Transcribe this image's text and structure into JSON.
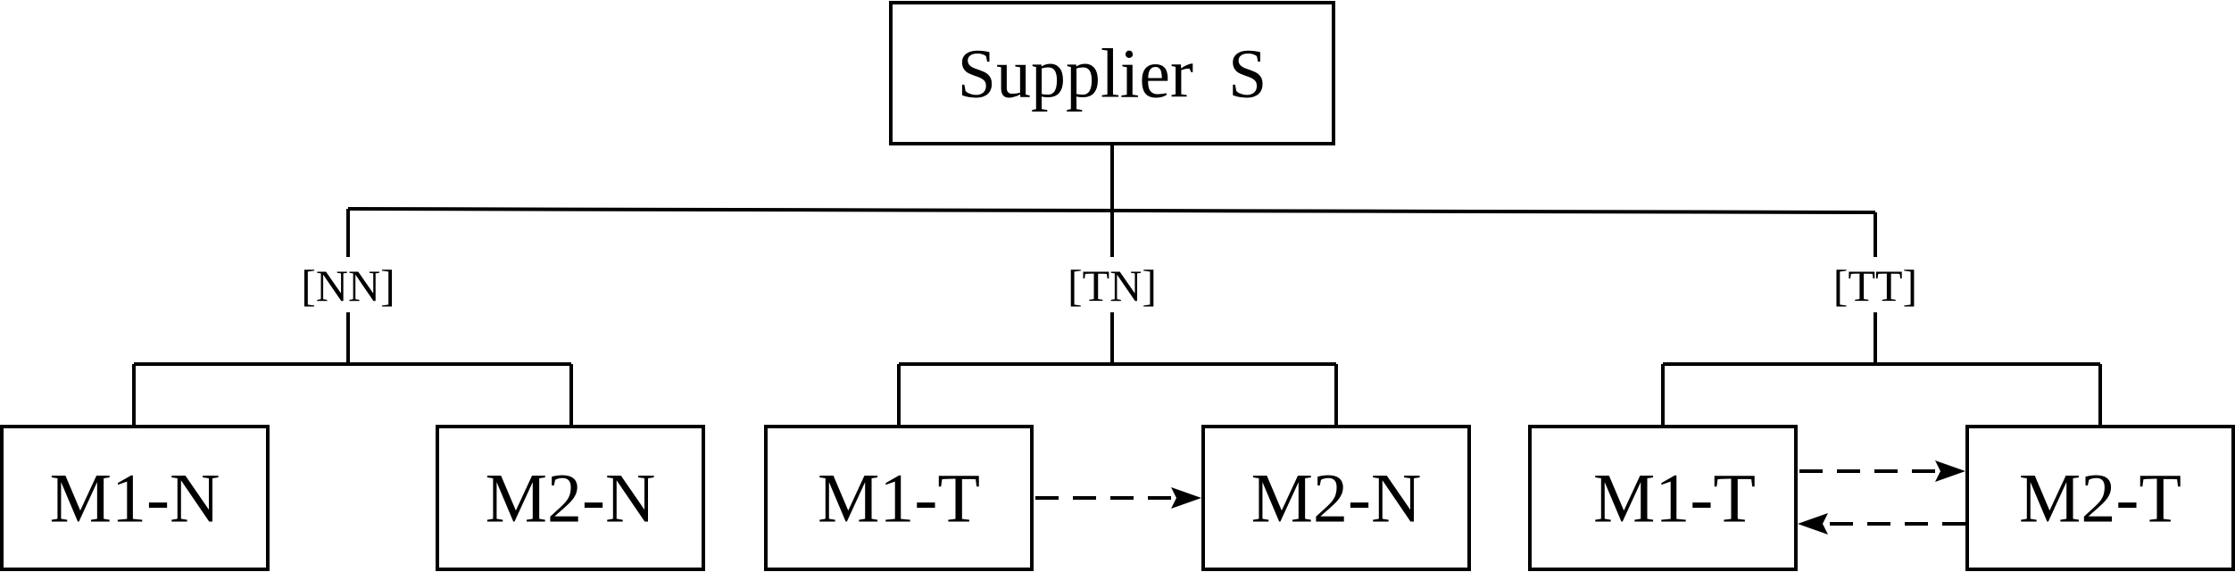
{
  "supplier": {
    "label": "Supplier  S"
  },
  "scenarios": [
    {
      "label": "[NN]",
      "left": {
        "label": "M1-N"
      },
      "right": {
        "label": "M2-N"
      },
      "arrows": "none"
    },
    {
      "label": "[TN]",
      "left": {
        "label": "M1-T"
      },
      "right": {
        "label": "M2-N"
      },
      "arrows": "left-to-right"
    },
    {
      "label": "[TT]",
      "left": {
        "label": "M1-T"
      },
      "right": {
        "label": "M2-T"
      },
      "arrows": "both"
    }
  ]
}
